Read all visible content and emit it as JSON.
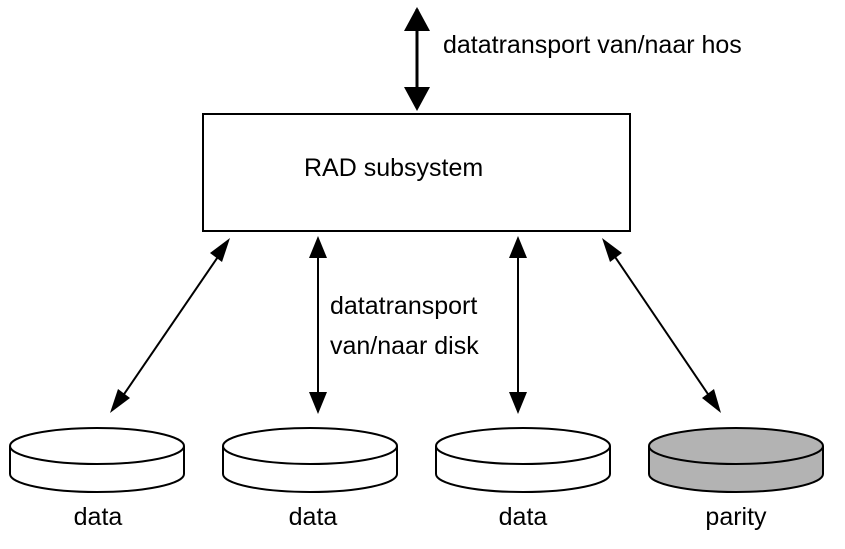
{
  "diagram": {
    "host_transfer_label": "datatransport van/naar hos",
    "subsystem_label": "RAD subsystem",
    "disk_transfer_label_line1": "datatransport",
    "disk_transfer_label_line2": "van/naar disk",
    "disks": [
      {
        "label": "data",
        "fill": "#ffffff"
      },
      {
        "label": "data",
        "fill": "#ffffff"
      },
      {
        "label": "data",
        "fill": "#ffffff"
      },
      {
        "label": "parity",
        "fill": "#b3b3b3"
      }
    ]
  }
}
